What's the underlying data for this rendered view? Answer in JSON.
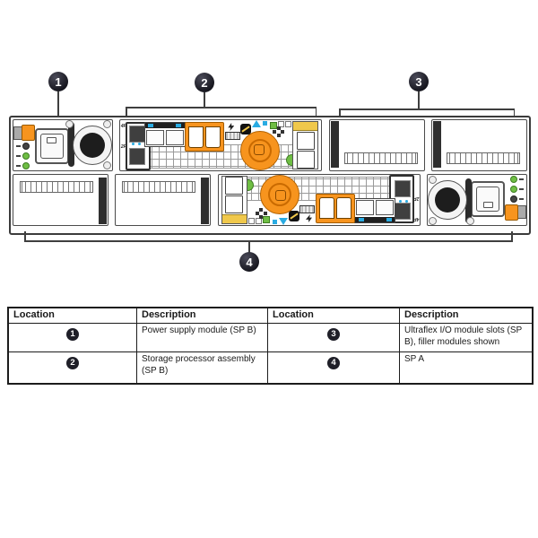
{
  "callouts": {
    "c1": "1",
    "c2": "2",
    "c3": "3",
    "c4": "4"
  },
  "diagram": {
    "sas_port_label_top": "4F",
    "sas_port_label_bottom": "2F"
  },
  "table": {
    "headers": [
      "Location",
      "Description",
      "Location",
      "Description"
    ],
    "rows": [
      {
        "loc_left": "1",
        "desc_left": "Power supply module (SP B)",
        "loc_right": "3",
        "desc_right": "Ultraflex I/O module slots (SP B), filler modules shown"
      },
      {
        "loc_left": "2",
        "desc_left": "Storage processor assembly (SP B)",
        "loc_right": "4",
        "desc_right": "SP A"
      }
    ]
  },
  "colors": {
    "accent_orange": "#F7941E",
    "callout_circle": "#20202A",
    "label_yellow": "#F0C84B",
    "status_green": "#6FBE44",
    "port_blue": "#29ABE2"
  }
}
